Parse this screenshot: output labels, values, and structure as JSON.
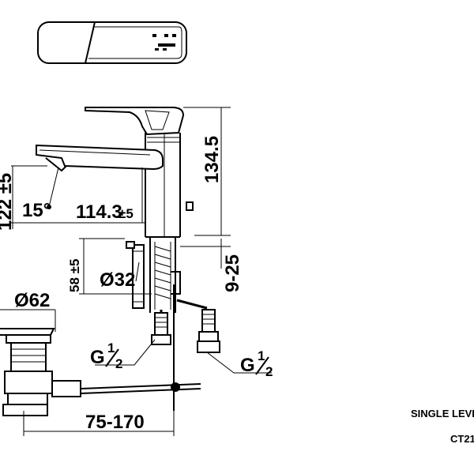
{
  "dimensions": {
    "d_122": "122 ±5",
    "d_15deg": "15°",
    "d_114": "114.3",
    "d_114_tol": "±5",
    "d_134": "134.5",
    "d_58": "58 ±5",
    "d_o32": "Ø32",
    "d_925": "9-25",
    "d_o62": "Ø62",
    "d_g12_left_g": "G",
    "d_g12_left_n": "1",
    "d_g12_left_d": "2",
    "d_g12_right_g": "G",
    "d_g12_right_n": "1",
    "d_g12_right_d": "2",
    "d_75170": "75-170"
  },
  "title_block": {
    "name": "SINGLE LEVER M",
    "code": "CT21"
  }
}
